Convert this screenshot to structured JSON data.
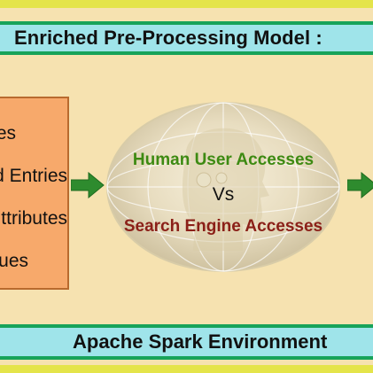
{
  "title": "Enriched Pre-Processing Model :",
  "input_box": {
    "lines": [
      "es",
      "d Entries",
      "ttributes",
      "lues"
    ]
  },
  "center": {
    "human_label": "Human User Accesses",
    "vs_label": "Vs",
    "search_label": "Search Engine Accesses"
  },
  "footer": "Apache Spark Environment",
  "colors": {
    "background": "#f6e2b0",
    "banner": "#9fe4ea",
    "banner_border": "#17a35a",
    "outer_border": "#e4e44a",
    "input_box": "#f7a96b",
    "arrow": "#2e8b2e",
    "human_text": "#3d8a12",
    "search_text": "#8b2018"
  },
  "icons": {
    "left_arrow": "right-arrow-icon",
    "right_arrow": "right-arrow-icon",
    "center_image": "head-gears-globe-icon"
  }
}
